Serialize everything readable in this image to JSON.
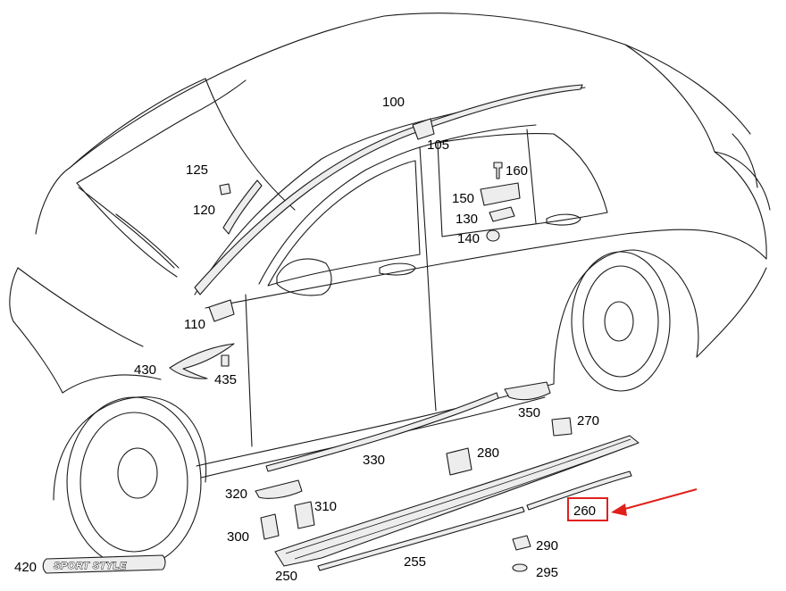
{
  "labels": {
    "p100": "100",
    "p105": "105",
    "p110": "110",
    "p120": "120",
    "p125": "125",
    "p130": "130",
    "p140": "140",
    "p150": "150",
    "p160": "160",
    "p250": "250",
    "p255": "255",
    "p260": "260",
    "p270": "270",
    "p280": "280",
    "p290": "290",
    "p295": "295",
    "p300": "300",
    "p310": "310",
    "p320": "320",
    "p330": "330",
    "p350": "350",
    "p420": "420",
    "p430": "430",
    "p435": "435"
  },
  "badge_text": "SPORT STYLE",
  "highlight": {
    "part": "260",
    "color": "#e0201c"
  },
  "icons": {
    "callout": "red-arrow-icon",
    "highlight": "red-box-outline"
  }
}
